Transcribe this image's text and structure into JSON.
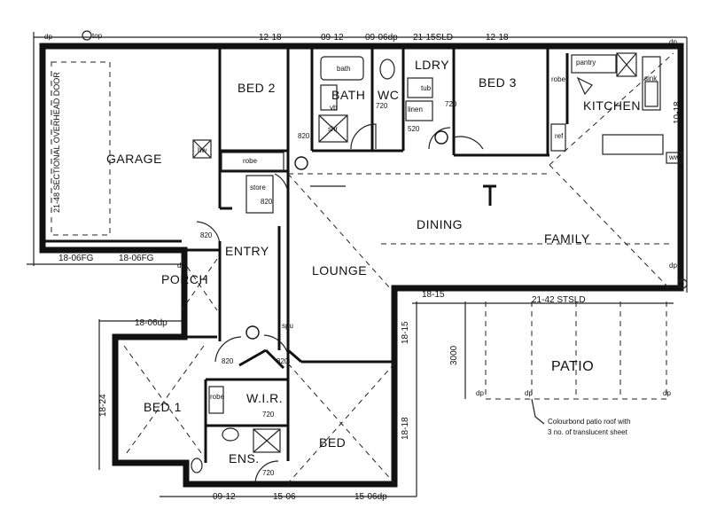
{
  "rooms": {
    "garage": "GARAGE",
    "bed2": "BED 2",
    "bath": "BATH",
    "wc": "WC",
    "ldry": "LDRY",
    "bed3": "BED 3",
    "kitchen": "KITCHEN",
    "dining": "DINING",
    "family": "FAMILY",
    "lounge": "LOUNGE",
    "entry": "ENTRY",
    "porch": "PORCH",
    "bed1": "BED 1",
    "wir": "W.I.R.",
    "ens": "ENS.",
    "bed": "BED",
    "patio": "PATIO"
  },
  "fixtures": {
    "bath": "bath",
    "vb": "vb",
    "shr": "shr",
    "tub": "tub",
    "linen": "linen",
    "robe": "robe",
    "pantry": "pantry",
    "sink": "sink",
    "ref": "ref",
    "store": "store",
    "spu": "spu",
    "dp": "dp",
    "top": "top",
    "hw": "hw",
    "ww": "ww"
  },
  "dimensions": {
    "top_1": "12-18",
    "top_2": "09-12",
    "top_3": "09-06dp",
    "top_4": "21-15SLD",
    "top_5": "12-18",
    "right_kitchen": "10-18",
    "garage_bottom_1": "18-06FG",
    "garage_bottom_2": "18-06FG",
    "bed1_top": "18-06dp",
    "bed1_side": "18-24",
    "bed_side_1": "18-15",
    "bed_side_2": "18-18",
    "bottom_1": "09-12",
    "bottom_2": "15-06",
    "bottom_3": "15-06dp",
    "family_bottom_1": "18-15",
    "family_bottom_2": "21-42 STSLD",
    "patio_depth": "3000",
    "door_820": "820",
    "door_720": "720",
    "door_520": "520",
    "garage_door": "21-48 SECTIONAL OVERHEAD DOOR"
  },
  "notes": {
    "patio_roof_1": "Colourbond patio roof with",
    "patio_roof_2": "3 no. of translucent sheet"
  }
}
